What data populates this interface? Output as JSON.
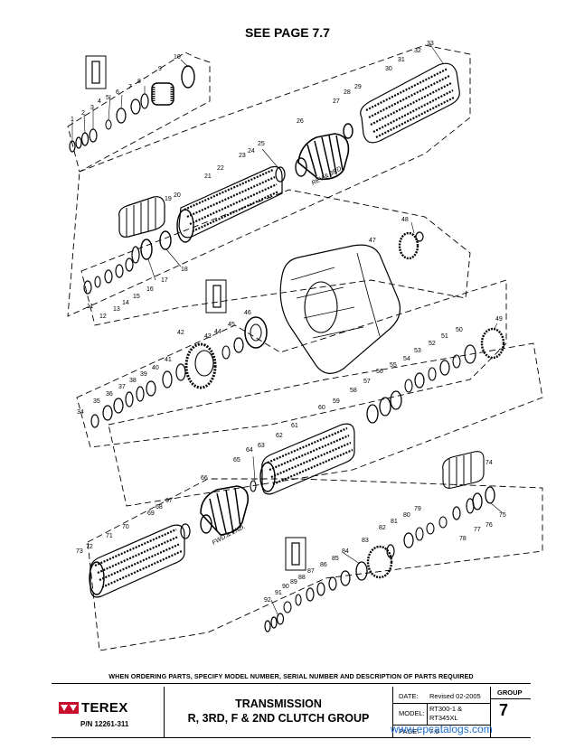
{
  "header": {
    "see_page": "SEE PAGE 7.7"
  },
  "diagram": {
    "callouts": [
      "1",
      "2",
      "3",
      "4",
      "5",
      "6",
      "7",
      "8",
      "9",
      "10",
      "11",
      "12",
      "13",
      "14",
      "15",
      "16",
      "17",
      "18",
      "19",
      "20",
      "21",
      "22",
      "23",
      "24",
      "25",
      "26",
      "27",
      "28",
      "29",
      "30",
      "31",
      "32",
      "33",
      "34",
      "35",
      "36",
      "37",
      "38",
      "39",
      "40",
      "41",
      "42",
      "43",
      "44",
      "45",
      "46",
      "47",
      "48",
      "49",
      "50",
      "51",
      "52",
      "53",
      "54",
      "55",
      "56",
      "57",
      "58",
      "59",
      "60",
      "61",
      "62",
      "63",
      "64",
      "65",
      "66",
      "67",
      "68",
      "69",
      "70",
      "71",
      "72",
      "73",
      "74",
      "75",
      "76",
      "77",
      "78",
      "79",
      "80",
      "81",
      "82",
      "83",
      "84",
      "85",
      "86",
      "87",
      "88",
      "89",
      "90",
      "91",
      "92"
    ],
    "assembly_labels": {
      "rev_3rd": "REV.& 3RD.",
      "fwd_2nd": "FWD.& 2ND."
    }
  },
  "footer": {
    "ordering_note": "WHEN ORDERING PARTS, SPECIFY MODEL NUMBER, SERIAL NUMBER AND DESCRIPTION OF PARTS REQUIRED",
    "brand": "TEREX",
    "part_number": "P/N 12261-311",
    "title_line1": "TRANSMISSION",
    "title_line2": "R, 3RD, F & 2ND CLUTCH GROUP",
    "date_label": "DATE:",
    "date_value": "Revised 02-2005",
    "model_label": "MODEL:",
    "model_value1": "RT300-1 &",
    "model_value2": "RT345XL",
    "page_label": "PAGE:",
    "page_value": "7.6",
    "group_label": "GROUP",
    "group_value": "7"
  },
  "watermark": "www.epcatalogs.com",
  "colors": {
    "brand_red": "#c8102e",
    "watermark_blue": "#1f6fd1"
  }
}
